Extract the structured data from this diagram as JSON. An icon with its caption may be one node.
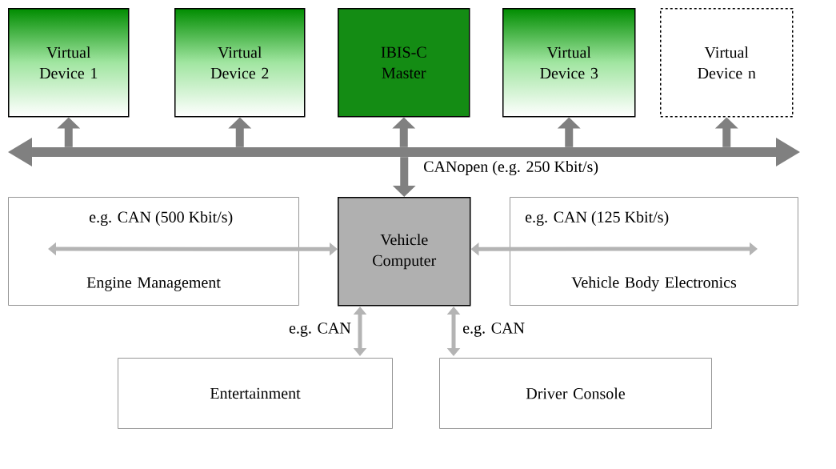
{
  "diagram": {
    "nodes": [
      {
        "text": [
          "Virtual Device 1"
        ]
      },
      {
        "text": [
          "Virtual Device 2"
        ]
      },
      {
        "text": [
          "IBIS-C Master"
        ]
      },
      {
        "text": [
          "Virtual Device 3"
        ]
      },
      {
        "text": [
          "Virtual Device n"
        ]
      },
      {
        "text": [],
        "shape": "bar"
      },
      {
        "text": [
          "Engine Management"
        ]
      },
      {
        "text": [
          "Vehicle Computer"
        ]
      },
      {
        "text": [
          "Vehicle Body Electronics"
        ]
      },
      {
        "text": [
          "Entertainment"
        ]
      },
      {
        "text": [
          "Driver Console"
        ]
      }
    ],
    "edges": [
      {
        "from": 5,
        "to": 0,
        "arrow": "to"
      },
      {
        "from": 5,
        "to": 1,
        "arrow": "to"
      },
      {
        "from": 5,
        "to": 2,
        "arrow": "to"
      },
      {
        "from": 5,
        "to": 3,
        "arrow": "to"
      },
      {
        "from": 5,
        "to": 4,
        "arrow": "to"
      },
      {
        "from": 5,
        "to": 7,
        "arrow": "to"
      },
      {
        "from": 6,
        "to": 7,
        "arrow": "both",
        "label": "e.g. CAN (500 Kbit/s)",
        "color": "#b4b4b4"
      },
      {
        "from": 7,
        "to": 8,
        "arrow": "both",
        "label": "e.g. CAN (125 Kbit/s)",
        "color": "#b4b4b4"
      },
      {
        "from": 7,
        "to": 9,
        "arrow": "both",
        "label": "e.g. CAN",
        "color": "#b4b4b4"
      },
      {
        "from": 7,
        "to": 10,
        "arrow": "both",
        "label": "e.g. CAN",
        "color": "#b4b4b4"
      }
    ],
    "labels": [
      "CANopen (e.g. 250 Kbit/s)"
    ]
  }
}
